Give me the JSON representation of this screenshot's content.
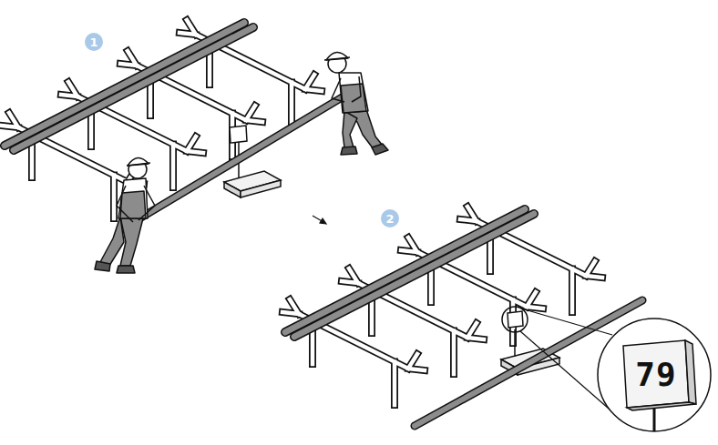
{
  "diagram": {
    "labels": [
      "1",
      "2",
      "79"
    ]
  }
}
